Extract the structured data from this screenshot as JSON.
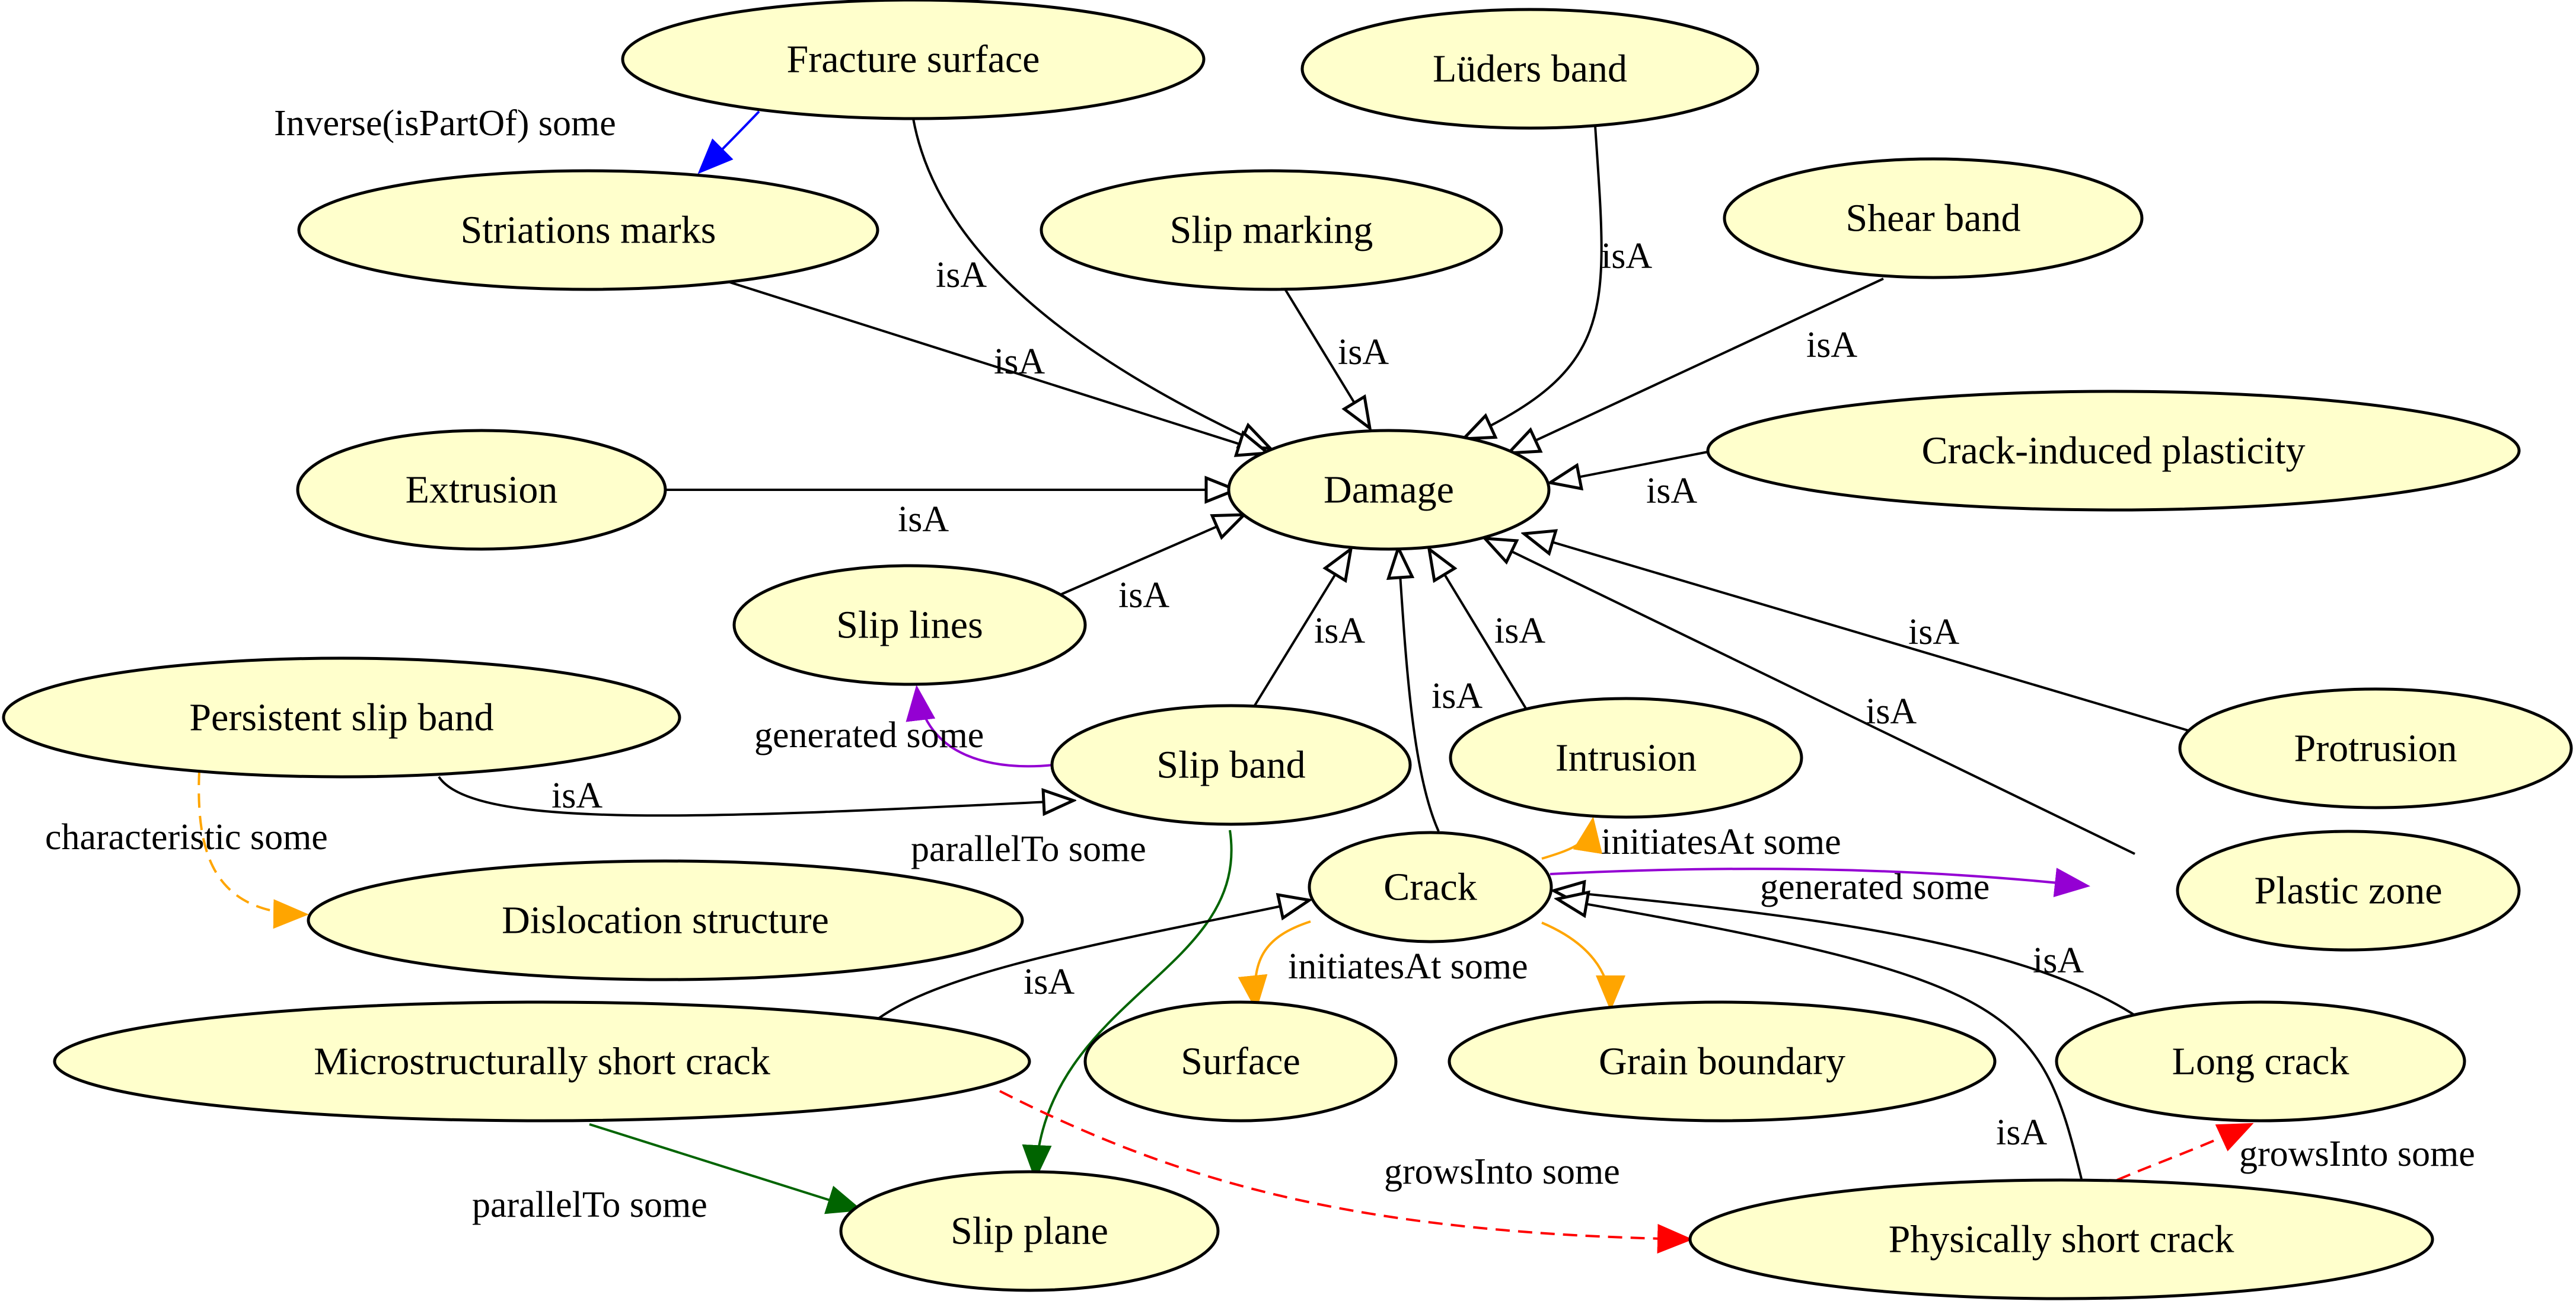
{
  "nodes": {
    "fracture_surface": "Fracture surface",
    "luders_band": "Lüders band",
    "striations_marks": "Striations marks",
    "slip_marking": "Slip marking",
    "shear_band": "Shear band",
    "extrusion": "Extrusion",
    "damage": "Damage",
    "crack_induced_plasticity": "Crack-induced plasticity",
    "slip_lines": "Slip lines",
    "persistent_slip_band": "Persistent slip band",
    "slip_band": "Slip band",
    "intrusion": "Intrusion",
    "protrusion": "Protrusion",
    "dislocation_structure": "Dislocation structure",
    "crack": "Crack",
    "plastic_zone": "Plastic zone",
    "microstructurally_short_crack": "Microstructurally short crack",
    "surface": "Surface",
    "grain_boundary": "Grain boundary",
    "long_crack": "Long crack",
    "slip_plane": "Slip plane",
    "physically_short_crack": "Physically short crack"
  },
  "edge_labels": {
    "inverse_is_part_of": "Inverse(isPartOf) some",
    "is_a": "isA",
    "generated_some": "generated some",
    "characteristic_some": "characteristic some",
    "parallel_to_some": "parallelTo some",
    "initiates_at_some": "initiatesAt some",
    "grows_into_some": "growsInto some"
  },
  "colors": {
    "node_fill": "#ffffcc",
    "is_a": "#000000",
    "inverse_is_part_of": "#0000ff",
    "generated": "#9400d3",
    "initiates_at": "#ffa500",
    "characteristic": "#ffa500",
    "parallel_to": "#006400",
    "grows_into": "#ff0000"
  }
}
